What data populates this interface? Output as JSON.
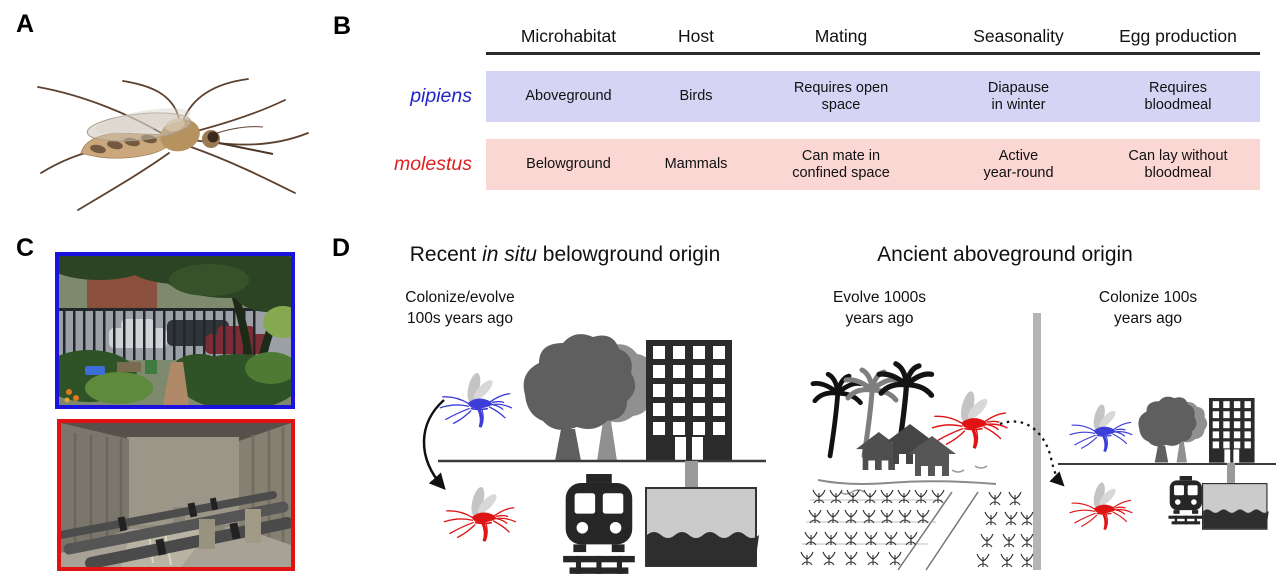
{
  "figure": {
    "panel_a": {
      "label": "A",
      "photo_name": "mosquito side-view photo"
    },
    "panel_b": {
      "label": "B",
      "columns": [
        "Microhabitat",
        "Host",
        "Mating",
        "Seasonality",
        "Egg production"
      ],
      "rows": [
        {
          "species": "pipiens",
          "species_color": "#2222cc",
          "band_color": "#d6d4f4",
          "cells": [
            "Aboveground",
            "Birds",
            "Requires open\nspace",
            "Diapause\nin winter",
            "Requires\nbloodmeal"
          ]
        },
        {
          "species": "molestus",
          "species_color": "#e02020",
          "band_color": "#fbd7d3",
          "cells": [
            "Belowground",
            "Mammals",
            "Can mate in\nconfined space",
            "Active\nyear-round",
            "Can lay without\nbloodmeal"
          ]
        }
      ]
    },
    "panel_c": {
      "label": "C",
      "photos": [
        {
          "name": "aboveground urban garden habitat",
          "border_color": "#1a12dd"
        },
        {
          "name": "belowground flooded utility room with pipes",
          "border_color": "#e01212"
        }
      ]
    },
    "panel_d": {
      "label": "D",
      "left_scenario": {
        "title_pre": "Recent ",
        "title_italic": "in situ",
        "title_post": " belowground origin",
        "annotation": "Colonize/evolve\n100s years ago"
      },
      "right_scenario": {
        "title": "Ancient aboveground origin",
        "annotation_evolve": "Evolve 1000s\nyears ago",
        "annotation_colonize": "Colonize 100s\nyears ago"
      }
    },
    "colors": {
      "pipiens_blue": "#2222cc",
      "molestus_red": "#e02020",
      "pipiens_band": "#d6d4f4",
      "molestus_band": "#fbd7d3",
      "mosquito_blue": "#3d3dd8",
      "mosquito_red": "#dd1515"
    }
  }
}
